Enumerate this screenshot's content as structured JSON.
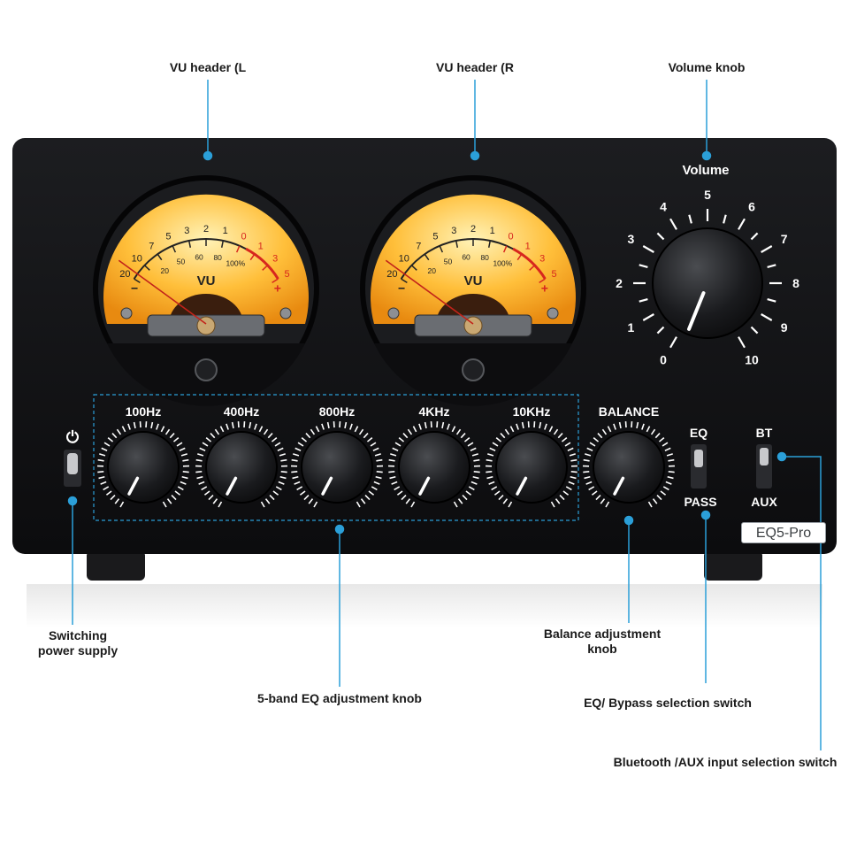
{
  "callouts": {
    "vu_left": "VU header (L",
    "vu_right": "VU header (R",
    "volume_knob": "Volume knob",
    "power": [
      "Switching",
      "power supply"
    ],
    "eq_knobs": "5-band EQ adjustment knob",
    "balance": [
      "Balance adjustment",
      "knob"
    ],
    "eq_bypass": "EQ/ Bypass selection switch",
    "bt_aux": "Bluetooth /AUX input selection switch"
  },
  "panel": {
    "volume_title": "Volume",
    "volume_scale": [
      "0",
      "1",
      "2",
      "3",
      "4",
      "5",
      "6",
      "7",
      "8",
      "9",
      "10"
    ],
    "eq_bands": [
      "100Hz",
      "400Hz",
      "800Hz",
      "4KHz",
      "10KHz"
    ],
    "balance_label": "BALANCE",
    "eq_switch_top": "EQ",
    "eq_switch_bottom": "PASS",
    "input_switch_top": "BT",
    "input_switch_bottom": "AUX",
    "model": "EQ5-Pro",
    "power_symbol": "⏻"
  },
  "vu_meter": {
    "label": "VU",
    "db_scale": [
      "20",
      "10",
      "7",
      "5",
      "3",
      "2",
      "1",
      "0",
      "1",
      "3",
      "5"
    ],
    "pct_scale": [
      "20",
      "50",
      "60",
      "80",
      "100%"
    ],
    "minus": "−",
    "plus": "+"
  },
  "colors": {
    "chassis": "#111214",
    "meter_face": "#ffb225",
    "leader_line": "#2b9fd8",
    "red_zone": "#d7261e"
  }
}
